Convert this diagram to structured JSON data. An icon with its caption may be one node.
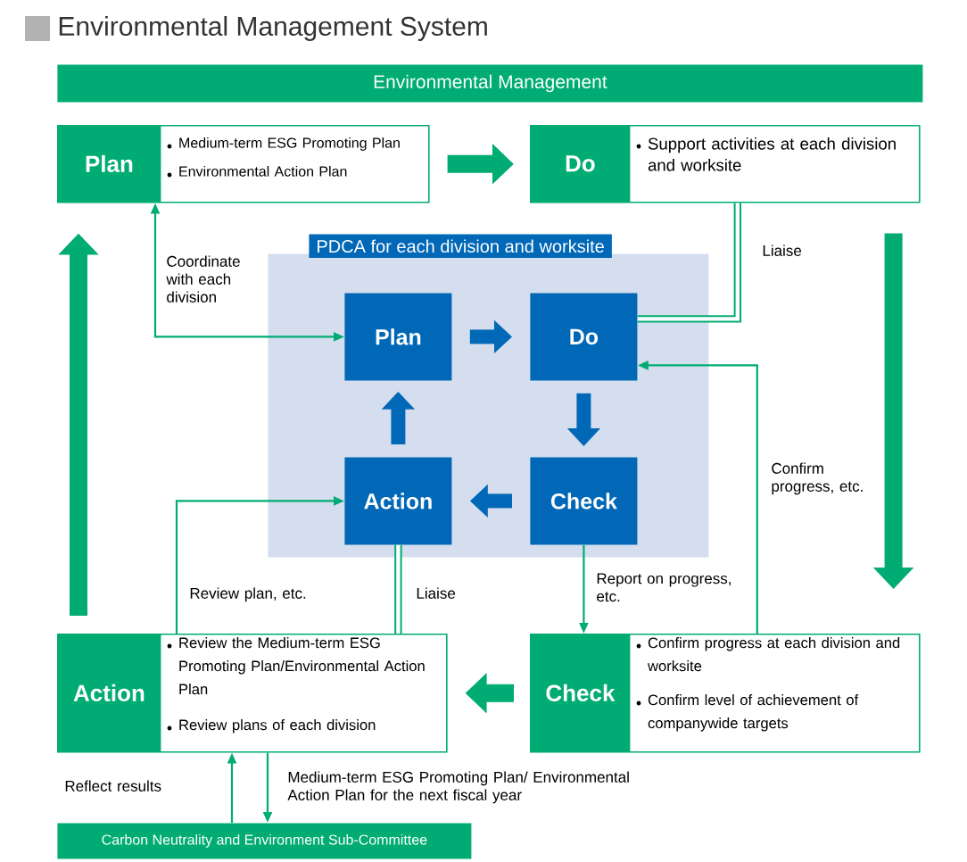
{
  "diagram": {
    "title": "Environmental Management System",
    "nodes": [
      {
        "text": [
          "Environmental Management"
        ]
      },
      {
        "text": [
          "Plan",
          "Medium-term ESG Promoting Plan",
          "Environmental Action Plan"
        ]
      },
      {
        "text": [
          "Do",
          "Support activities at each division and worksite"
        ]
      },
      {
        "text": [
          "PDCA for each division and worksite"
        ]
      },
      {
        "text": [
          "Plan"
        ],
        "in": 3
      },
      {
        "text": [
          "Do"
        ],
        "in": 3
      },
      {
        "text": [
          "Check"
        ],
        "in": 3
      },
      {
        "text": [
          "Action"
        ],
        "in": 3
      },
      {
        "text": [
          "Action",
          "Review the Medium-term ESG Promoting Plan/Environmental Action Plan",
          "Review plans of each division"
        ]
      },
      {
        "text": [
          "Check",
          "Confirm progress at each division and worksite",
          "Confirm level of achievement of companywide targets"
        ]
      },
      {
        "text": [
          "Carbon Neutrality and Environment Sub-Committee"
        ]
      }
    ],
    "edges": [
      {
        "from": 1,
        "to": 2,
        "arrow": "to",
        "style": "thick"
      },
      {
        "from": 2,
        "to": 9,
        "arrow": "to",
        "style": "thick"
      },
      {
        "from": 9,
        "to": 8,
        "arrow": "to",
        "style": "thick"
      },
      {
        "from": 8,
        "to": 1,
        "arrow": "to",
        "style": "thick"
      },
      {
        "from": 4,
        "to": 5,
        "arrow": "to",
        "style": "thick",
        "color": "#0068b7"
      },
      {
        "from": 5,
        "to": 6,
        "arrow": "to",
        "style": "thick",
        "color": "#0068b7"
      },
      {
        "from": 6,
        "to": 7,
        "arrow": "to",
        "style": "thick",
        "color": "#0068b7"
      },
      {
        "from": 7,
        "to": 4,
        "arrow": "to",
        "style": "thick",
        "color": "#0068b7"
      },
      {
        "from": 1,
        "to": 4,
        "arrow": "both",
        "label": "Coordinate with each division"
      },
      {
        "from": 5,
        "to": 2,
        "arrow": "none",
        "label": "Liaise"
      },
      {
        "from": 9,
        "to": 5,
        "arrow": "to",
        "label": "Confirm progress, etc."
      },
      {
        "from": 8,
        "to": 7,
        "arrow": "to",
        "label": "Review plan, etc."
      },
      {
        "from": 7,
        "to": 8,
        "arrow": "none",
        "label": "Liaise"
      },
      {
        "from": 6,
        "to": 9,
        "arrow": "to",
        "label": "Report on progress, etc."
      },
      {
        "from": 10,
        "to": 8,
        "arrow": "to",
        "label": "Reflect results"
      },
      {
        "from": 8,
        "to": 10,
        "arrow": "to",
        "label": "Medium-term ESG Promoting Plan/ Environmental Action Plan for the next fiscal year"
      }
    ]
  }
}
